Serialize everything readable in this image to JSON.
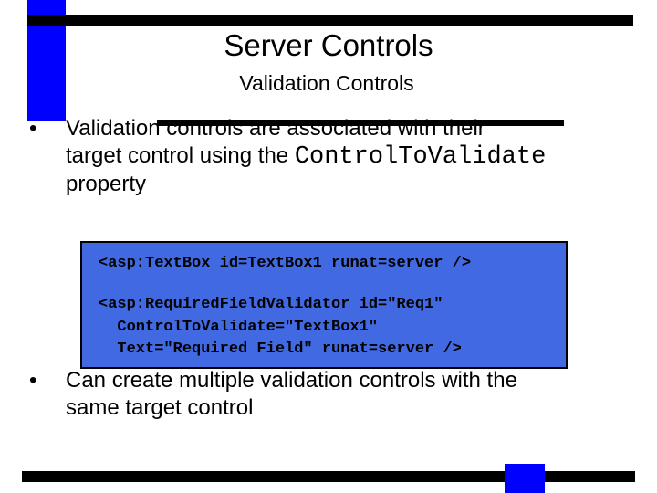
{
  "slide": {
    "title": "Server Controls",
    "subtitle": "Validation Controls",
    "bullet_char": "•",
    "bullets": [
      {
        "line1": "Validation controls are associated with their",
        "line2_prefix": "target control using the ",
        "line2_code": "ControlToValidate",
        "line3": "property"
      },
      {
        "line1": "Can create multiple validation controls with the",
        "line2": "same target control"
      }
    ],
    "code_lines": [
      "<asp:TextBox id=TextBox1 runat=server />",
      "<asp:RequiredFieldValidator id=\"Req1\"",
      "  ControlToValidate=\"TextBox1\"",
      "  Text=\"Required Field\" runat=server />"
    ]
  },
  "colors": {
    "accent_blue": "#0000ff",
    "code_box_fill": "#4169e1",
    "rule_black": "#000000"
  }
}
